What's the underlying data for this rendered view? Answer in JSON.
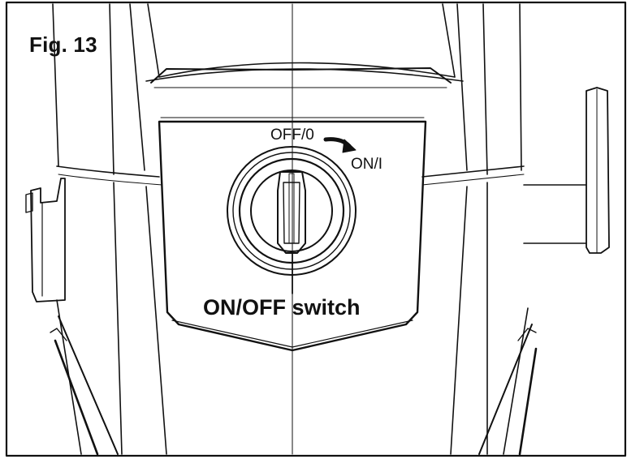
{
  "figure": {
    "title": "Fig. 13",
    "callout_label": "ON/OFF switch",
    "switch_positions": {
      "off_label": "OFF/0",
      "on_label": "ON/I"
    }
  },
  "colors": {
    "line": "#111111",
    "background": "#ffffff"
  }
}
